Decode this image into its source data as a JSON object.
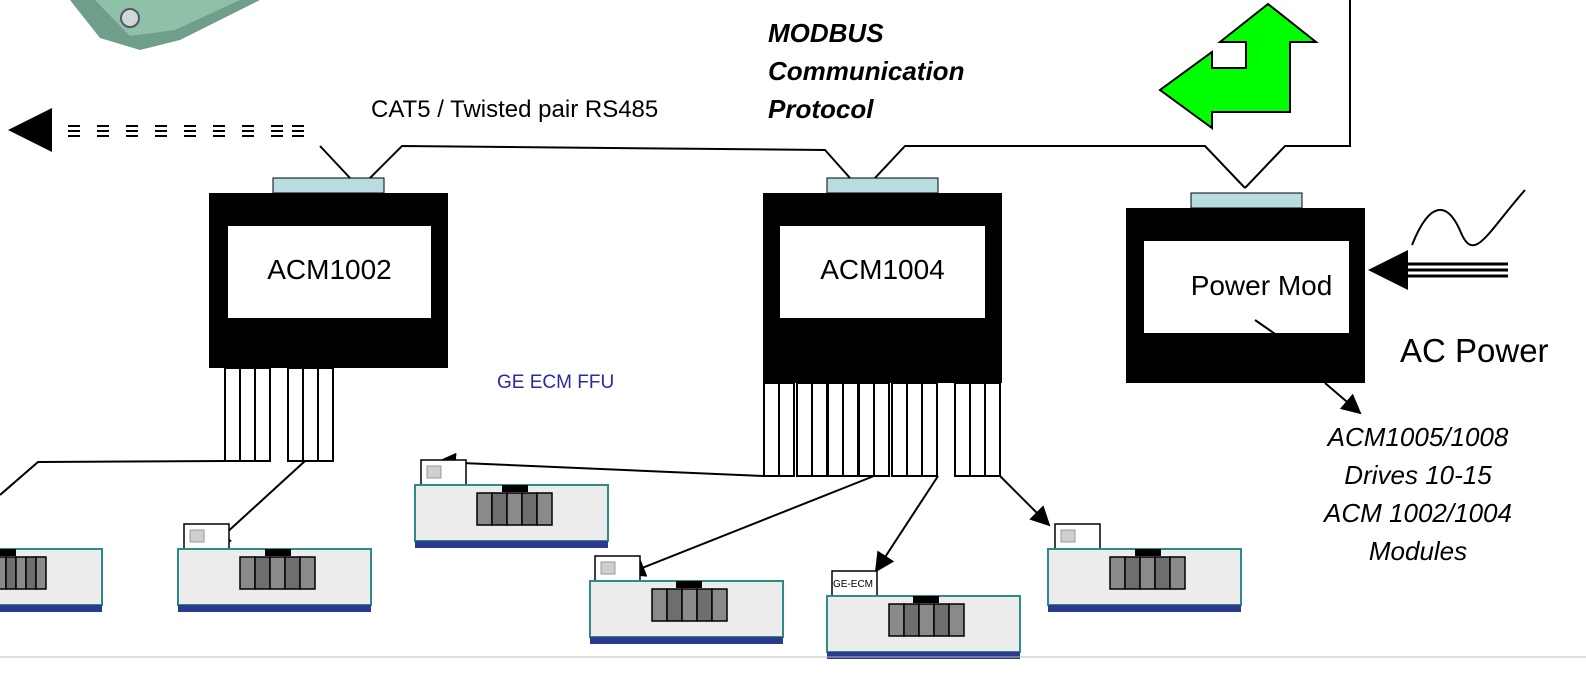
{
  "protocol": {
    "line1": "MODBUS",
    "line2": "Communication",
    "line3": "Protocol"
  },
  "cable_label": "CAT5 / Twisted pair RS485",
  "modules": {
    "acm1002": "ACM1002",
    "acm1004": "ACM1004",
    "power": "Power Mod"
  },
  "ac_power_label": "AC Power",
  "ffu_label": "GE ECM FFU",
  "fan_tag": "GE-ECM",
  "drives_note": {
    "line1": "ACM1005/1008",
    "line2": "Drives 10-15",
    "line3": "ACM 1002/1004",
    "line4": "Modules"
  },
  "colors": {
    "module_body": "#000000",
    "connector": "#b9dce0",
    "arrow_green": "#00ff00",
    "ffu_body": "#ececec",
    "ffu_border": "#2e8b8b",
    "ffu_base": "#2b3a8c",
    "ffu_text": "#2b2ba0"
  }
}
